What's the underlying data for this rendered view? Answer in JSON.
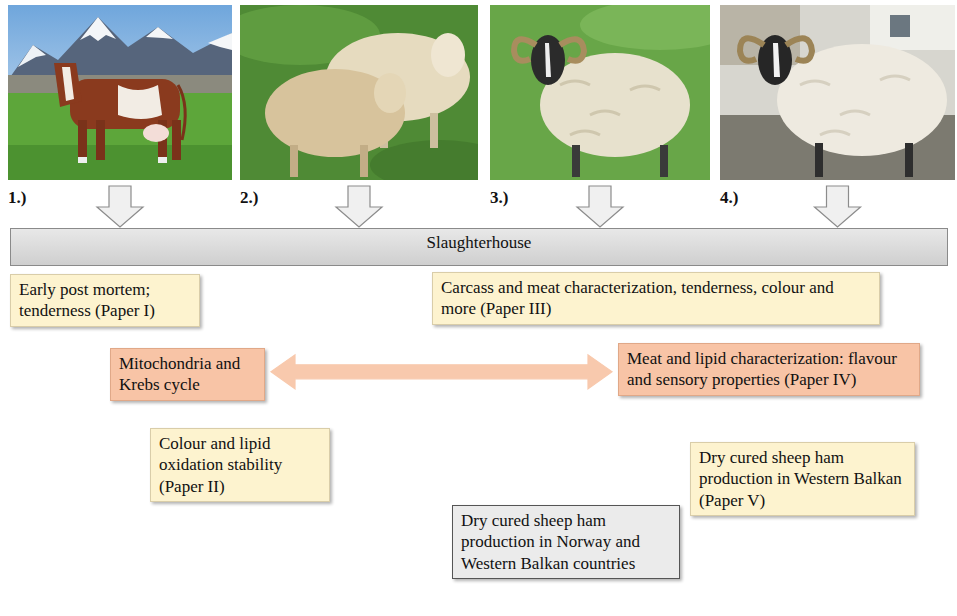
{
  "diagram": {
    "nodes": [
      {
        "text": [
          "1.)"
        ]
      },
      {
        "text": [
          "2.)"
        ]
      },
      {
        "text": [
          "3.)"
        ]
      },
      {
        "text": [
          "4.)"
        ]
      },
      {
        "text": [
          "Slaughterhouse"
        ]
      },
      {
        "text": [
          "Early post mortem; tenderness (Paper I)"
        ]
      },
      {
        "text": [
          "Carcass and meat characterization, tenderness, colour and more (Paper III)"
        ]
      },
      {
        "text": [
          "Mitochondria and Krebs cycle"
        ]
      },
      {
        "text": [
          "Meat and lipid characterization: flavour and sensory properties (Paper IV)"
        ]
      },
      {
        "text": [
          "Colour and lipid oxidation stability (Paper II)"
        ]
      },
      {
        "text": [
          "Dry cured sheep ham production in Western Balkan (Paper V)"
        ]
      },
      {
        "text": [
          "Dry cured sheep ham production in Norway and Western Balkan countries"
        ]
      }
    ],
    "edges": [
      {
        "from": 0,
        "to": 4,
        "arrow": "to"
      },
      {
        "from": 1,
        "to": 4,
        "arrow": "to"
      },
      {
        "from": 2,
        "to": 4,
        "arrow": "to"
      },
      {
        "from": 3,
        "to": 4,
        "arrow": "to"
      },
      {
        "from": 7,
        "to": 8,
        "arrow": "both"
      }
    ]
  }
}
